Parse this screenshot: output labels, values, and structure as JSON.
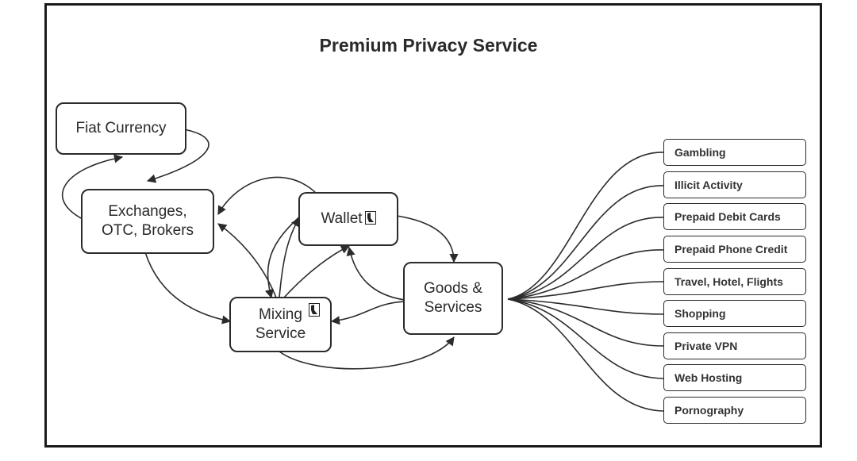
{
  "title": "Premium Privacy Service",
  "nodes": {
    "fiat": "Fiat Currency",
    "exchanges": "Exchanges,\nOTC, Brokers",
    "wallet": "Wallet",
    "mixing": "Mixing\nService",
    "goods": "Goods &\nServices"
  },
  "categories": [
    "Gambling",
    "Illicit Activity",
    "Prepaid Debit Cards",
    "Prepaid Phone Credit",
    "Travel, Hotel, Flights",
    "Shopping",
    "Private VPN",
    "Web Hosting",
    "Pornography"
  ],
  "icons": {
    "badge": "privacy-badge-icon"
  }
}
